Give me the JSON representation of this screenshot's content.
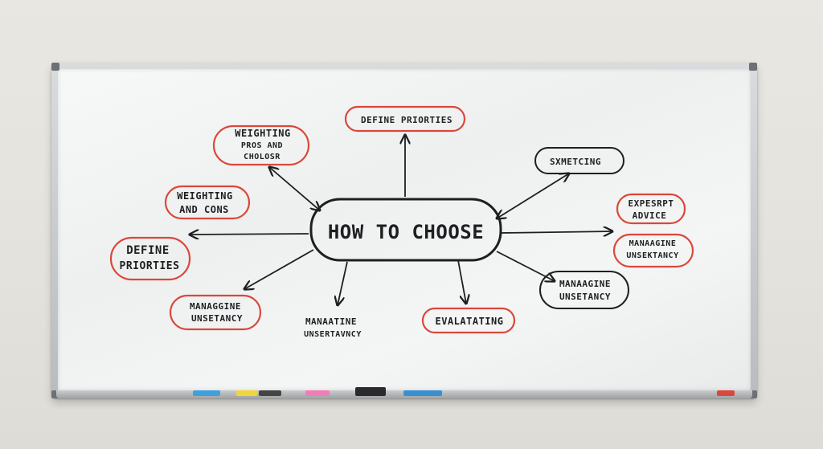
{
  "whiteboard": {
    "central_topic": "HOW TO CHOOSE",
    "nodes": {
      "define_priorities_top": "DEFINE PRIORTIES",
      "weighting_pros_line1": "WEIGHTING",
      "weighting_pros_line2": "PROS AND",
      "weighting_pros_line3": "CHOLOSR",
      "sxmetcing": "SXMETCING",
      "weighting_cons_line1": "WEIGHTING",
      "weighting_cons_line2": "AND CONS",
      "expert_line1": "EXPESRPT",
      "expert_line2": "ADVICE",
      "define_priorities_left_line1": "DEFINE",
      "define_priorities_left_line2": "PRIORTIES",
      "managing_right_line1": "MANAAGINE",
      "managing_right_line2": "UNSEKTANCY",
      "managing_lower_right_line1": "MANAAGINE",
      "managing_lower_right_line2": "UNSETANCY",
      "managing_left_line1": "MANAGGINE",
      "managing_left_line2": "UNSETANCY",
      "managing_bottom_line1": "MANAATINE",
      "managing_bottom_line2": "UNSERTAVNCY",
      "evaluating": "EVALATATING"
    },
    "colors": {
      "ink": "#1f1f22",
      "red_marker": "#d9483b",
      "blue_marker": "#3a8fd1",
      "yellow_marker": "#f2d53c",
      "pink_marker": "#f07db5",
      "eraser": "#2b2b2e"
    }
  }
}
